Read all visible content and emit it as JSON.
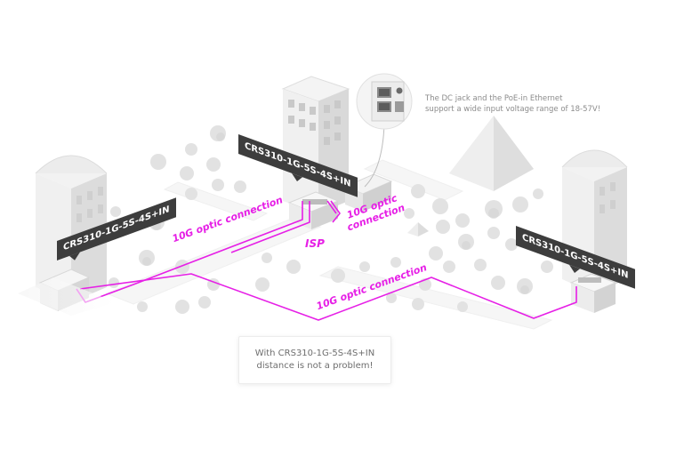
{
  "devices": {
    "left": "CRS310-1G-5S-4S+IN",
    "center": "CRS310-1G-5S-4S+IN",
    "right": "CRS310-1G-5S-4S+IN"
  },
  "links": {
    "left": "10G optic connection",
    "isp": "ISP",
    "right_line1": "10G optic",
    "right_line2": "connection",
    "bottom": "10G optic connection"
  },
  "info": {
    "line1": "The DC jack and the PoE-in Ethernet",
    "line2": "support a wide input voltage range of 18-57V!"
  },
  "note": {
    "line1": "With CRS310-1G-5S-4S+IN",
    "line2": "distance is not a problem!"
  },
  "colors": {
    "link": "#e620e6",
    "callout": "#3d3d3d",
    "building": "#e9e9e9"
  }
}
